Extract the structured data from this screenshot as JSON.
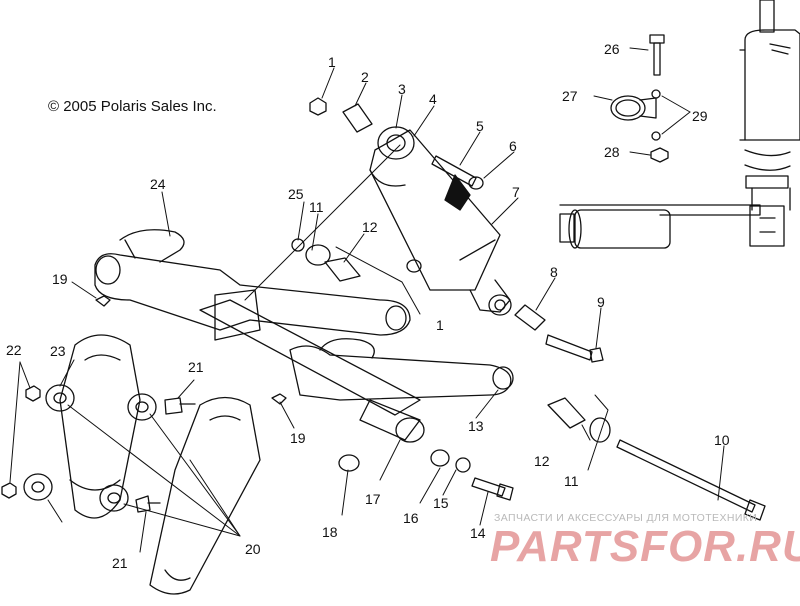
{
  "copyright": "© 2005 Polaris Sales Inc.",
  "watermark": {
    "subtitle": "ЗАПЧАСТИ И АКСЕССУАРЫ ДЛЯ МОТОТЕХНИКИ",
    "brand": "PARTSFOR.RU",
    "color": "#d45a5a"
  },
  "callouts": [
    {
      "id": "c1a",
      "label": "1"
    },
    {
      "id": "c2",
      "label": "2"
    },
    {
      "id": "c3",
      "label": "3"
    },
    {
      "id": "c4",
      "label": "4"
    },
    {
      "id": "c5",
      "label": "5"
    },
    {
      "id": "c6",
      "label": "6"
    },
    {
      "id": "c7",
      "label": "7"
    },
    {
      "id": "c8",
      "label": "8"
    },
    {
      "id": "c9",
      "label": "9"
    },
    {
      "id": "c10",
      "label": "10"
    },
    {
      "id": "c11a",
      "label": "11"
    },
    {
      "id": "c11b",
      "label": "11"
    },
    {
      "id": "c12a",
      "label": "12"
    },
    {
      "id": "c12b",
      "label": "12"
    },
    {
      "id": "c13",
      "label": "13"
    },
    {
      "id": "c14",
      "label": "14"
    },
    {
      "id": "c15",
      "label": "15"
    },
    {
      "id": "c16",
      "label": "16"
    },
    {
      "id": "c17",
      "label": "17"
    },
    {
      "id": "c18",
      "label": "18"
    },
    {
      "id": "c19a",
      "label": "19"
    },
    {
      "id": "c19b",
      "label": "19"
    },
    {
      "id": "c20",
      "label": "20"
    },
    {
      "id": "c21a",
      "label": "21"
    },
    {
      "id": "c21b",
      "label": "21"
    },
    {
      "id": "c22",
      "label": "22"
    },
    {
      "id": "c23",
      "label": "23"
    },
    {
      "id": "c24",
      "label": "24"
    },
    {
      "id": "c25",
      "label": "25"
    },
    {
      "id": "c26",
      "label": "26"
    },
    {
      "id": "c27",
      "label": "27"
    },
    {
      "id": "c28",
      "label": "28"
    },
    {
      "id": "c29",
      "label": "29"
    },
    {
      "id": "c1b",
      "label": "1"
    }
  ]
}
